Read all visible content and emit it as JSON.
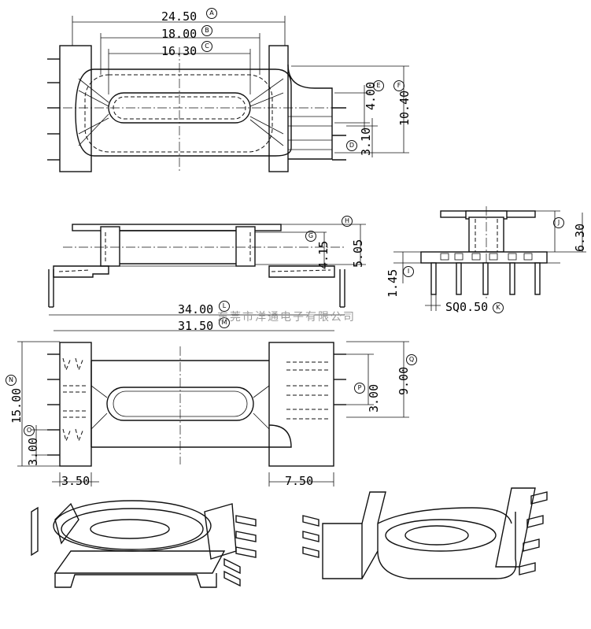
{
  "dimensions": {
    "A": {
      "value": "24.50",
      "marker": "A"
    },
    "B": {
      "value": "18.00",
      "marker": "B"
    },
    "C": {
      "value": "16.30",
      "marker": "C"
    },
    "D": {
      "value": "3.10",
      "marker": "D"
    },
    "E": {
      "value": "4.00",
      "marker": "E"
    },
    "F": {
      "value": "10.40",
      "marker": "F"
    },
    "G": {
      "value": "4.15",
      "marker": "G"
    },
    "H": {
      "value": "5.05",
      "marker": "H"
    },
    "I": {
      "value": "1.45",
      "marker": "I"
    },
    "J": {
      "value": "6.30",
      "marker": "J"
    },
    "K": {
      "value": "SQ0.50",
      "marker": "K"
    },
    "L": {
      "value": "34.00",
      "marker": "L"
    },
    "M": {
      "value": "31.50",
      "marker": "M"
    },
    "N": {
      "value": "15.00",
      "marker": "N"
    },
    "O": {
      "value": "3.00",
      "marker": "O"
    },
    "P": {
      "value": "3.00",
      "marker": "P"
    },
    "Q": {
      "value": "9.00",
      "marker": "Q"
    },
    "bottom_left": {
      "value": "3.50"
    },
    "bottom_right": {
      "value": "7.50"
    }
  },
  "watermark": "东莞市洋通电子有限公司"
}
